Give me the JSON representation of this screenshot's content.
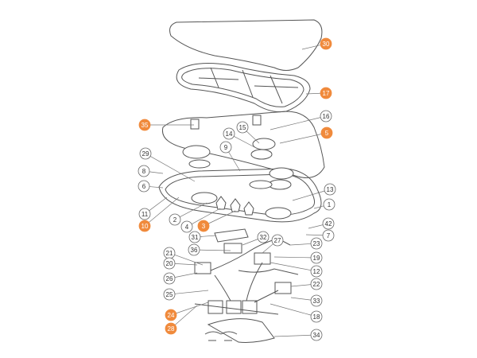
{
  "title": "Exploded parts diagram",
  "colors": {
    "highlight": "#f08a3c",
    "normal_fill": "#ffffff",
    "normal_stroke": "#666666",
    "line": "#555555"
  },
  "callouts": [
    {
      "label": "30",
      "highlighted": true
    },
    {
      "label": "17",
      "highlighted": true
    },
    {
      "label": "35",
      "highlighted": true
    },
    {
      "label": "16",
      "highlighted": false
    },
    {
      "label": "5",
      "highlighted": true
    },
    {
      "label": "15",
      "highlighted": false
    },
    {
      "label": "14",
      "highlighted": false
    },
    {
      "label": "9",
      "highlighted": false
    },
    {
      "label": "29",
      "highlighted": false
    },
    {
      "label": "8",
      "highlighted": false
    },
    {
      "label": "6",
      "highlighted": false
    },
    {
      "label": "13",
      "highlighted": false
    },
    {
      "label": "1",
      "highlighted": false
    },
    {
      "label": "11",
      "highlighted": false
    },
    {
      "label": "10",
      "highlighted": true
    },
    {
      "label": "2",
      "highlighted": false
    },
    {
      "label": "4",
      "highlighted": false
    },
    {
      "label": "3",
      "highlighted": true
    },
    {
      "label": "42",
      "highlighted": false
    },
    {
      "label": "7",
      "highlighted": false
    },
    {
      "label": "31",
      "highlighted": false
    },
    {
      "label": "32",
      "highlighted": false
    },
    {
      "label": "27",
      "highlighted": false
    },
    {
      "label": "23",
      "highlighted": false
    },
    {
      "label": "21",
      "highlighted": false
    },
    {
      "label": "36",
      "highlighted": false
    },
    {
      "label": "19",
      "highlighted": false
    },
    {
      "label": "20",
      "highlighted": false
    },
    {
      "label": "12",
      "highlighted": false
    },
    {
      "label": "26",
      "highlighted": false
    },
    {
      "label": "22",
      "highlighted": false
    },
    {
      "label": "25",
      "highlighted": false
    },
    {
      "label": "33",
      "highlighted": false
    },
    {
      "label": "24",
      "highlighted": true
    },
    {
      "label": "18",
      "highlighted": false
    },
    {
      "label": "28",
      "highlighted": true
    },
    {
      "label": "34",
      "highlighted": false
    }
  ]
}
